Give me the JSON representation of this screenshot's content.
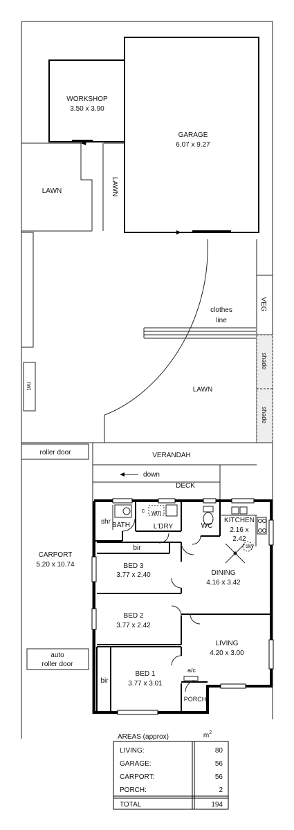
{
  "rooms": {
    "workshop": {
      "name": "WORKSHOP",
      "dims": "3.50 x 3.90"
    },
    "garage": {
      "name": "GARAGE",
      "dims": "6.07 x 9.27"
    },
    "lawn_top": {
      "name": "LAWN"
    },
    "lawn_strip": {
      "name": "LAWN"
    },
    "clothes_line": {
      "line1": "clothes",
      "line2": "line"
    },
    "lawn_main": {
      "name": "LAWN"
    },
    "veg": {
      "name": "VEG"
    },
    "shade1": {
      "name": "shade"
    },
    "shade2": {
      "name": "shade"
    },
    "rwt": {
      "name": "rwt"
    },
    "roller_door": {
      "name": "roller door"
    },
    "verandah": {
      "name": "VERANDAH"
    },
    "down": {
      "name": "down"
    },
    "deck": {
      "name": "DECK"
    },
    "shr": {
      "name": "shr"
    },
    "bath": {
      "name": "BATH"
    },
    "c": {
      "name": "c"
    },
    "wm": {
      "name": "wm"
    },
    "ldry": {
      "name": "L'DRY"
    },
    "wc": {
      "name": "WC"
    },
    "kitchen": {
      "name": "KITCHEN",
      "dims_line1": "2.16 x",
      "dims_line2": "2.42"
    },
    "sky": {
      "name": "sky"
    },
    "carport": {
      "name": "CARPORT",
      "dims": "5.20 x 10.74"
    },
    "bir_bed3": {
      "name": "bir"
    },
    "bed3": {
      "name": "BED 3",
      "dims": "3.77 x 2.40"
    },
    "dining": {
      "name": "DINING",
      "dims": "4.16 x 3.42"
    },
    "bed2": {
      "name": "BED 2",
      "dims": "3.77 x 2.42"
    },
    "living": {
      "name": "LIVING",
      "dims": "4.20 x 3.00"
    },
    "auto_roller": {
      "line1": "auto",
      "line2": "roller door"
    },
    "ac": {
      "name": "a/c"
    },
    "bir_bed1": {
      "name": "bir"
    },
    "bed1": {
      "name": "BED 1",
      "dims": "3.77 x 3.01"
    },
    "porch": {
      "name": "PORCH"
    }
  },
  "areas": {
    "title": "AREAS (approx)",
    "unit": "m",
    "unit_sup": "2",
    "rows": [
      {
        "label": "LIVING:",
        "value": "80"
      },
      {
        "label": "GARAGE:",
        "value": "56"
      },
      {
        "label": "CARPORT:",
        "value": "56"
      },
      {
        "label": "PORCH:",
        "value": "2"
      }
    ],
    "total": {
      "label": "TOTAL",
      "value": "194"
    }
  },
  "colors": {
    "wall": "#000000",
    "line": "#222222",
    "background": "#ffffff",
    "shade": "#eeeeee"
  }
}
